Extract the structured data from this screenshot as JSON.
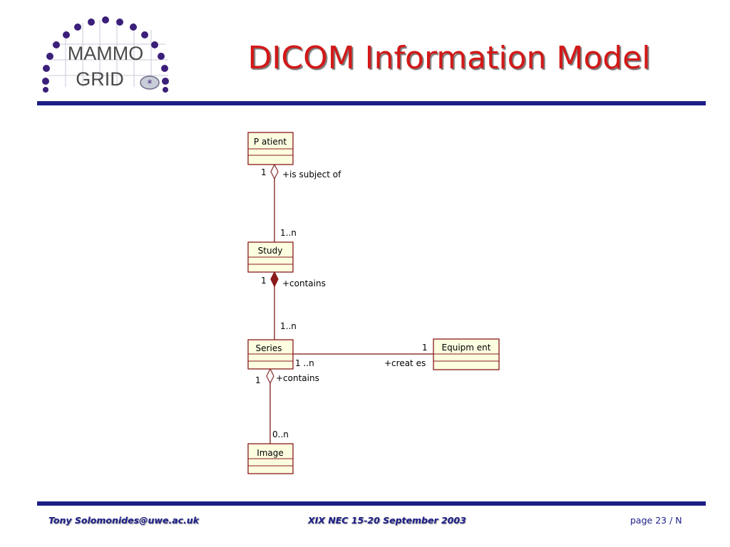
{
  "header": {
    "title": "DICOM Information Model",
    "logo_top_text": "MAMMO",
    "logo_bottom_text": "GRID"
  },
  "diagram": {
    "classes": {
      "patient": "P atient",
      "study": "Study",
      "series": "Series",
      "equipment": "Equipm ent",
      "image": "Image"
    },
    "associations": {
      "patient_study": {
        "role": "+is subject of",
        "source_mult": "1",
        "target_mult": "1..n"
      },
      "study_series": {
        "role": "+contains",
        "source_mult": "1",
        "target_mult": "1..n"
      },
      "series_equipment": {
        "role": "+creat es",
        "source_mult": "1 ..n",
        "target_mult": "1"
      },
      "series_image": {
        "role": "+contains",
        "source_mult": "1",
        "target_mult": "0..n"
      }
    }
  },
  "footer": {
    "left": "Tony Solomonides@uwe.ac.uk",
    "center": "XIX NEC 15-20 September 2003",
    "right": "page 23 / N"
  },
  "colors": {
    "title": "#d31818",
    "rule": "#1c1e87",
    "logo_dots": "#3b1f7a",
    "class_fill": "#fdfde0",
    "class_border": "#8b1a1a",
    "line": "#8b3a3a",
    "diamond_filled": "#8b1a1a"
  }
}
